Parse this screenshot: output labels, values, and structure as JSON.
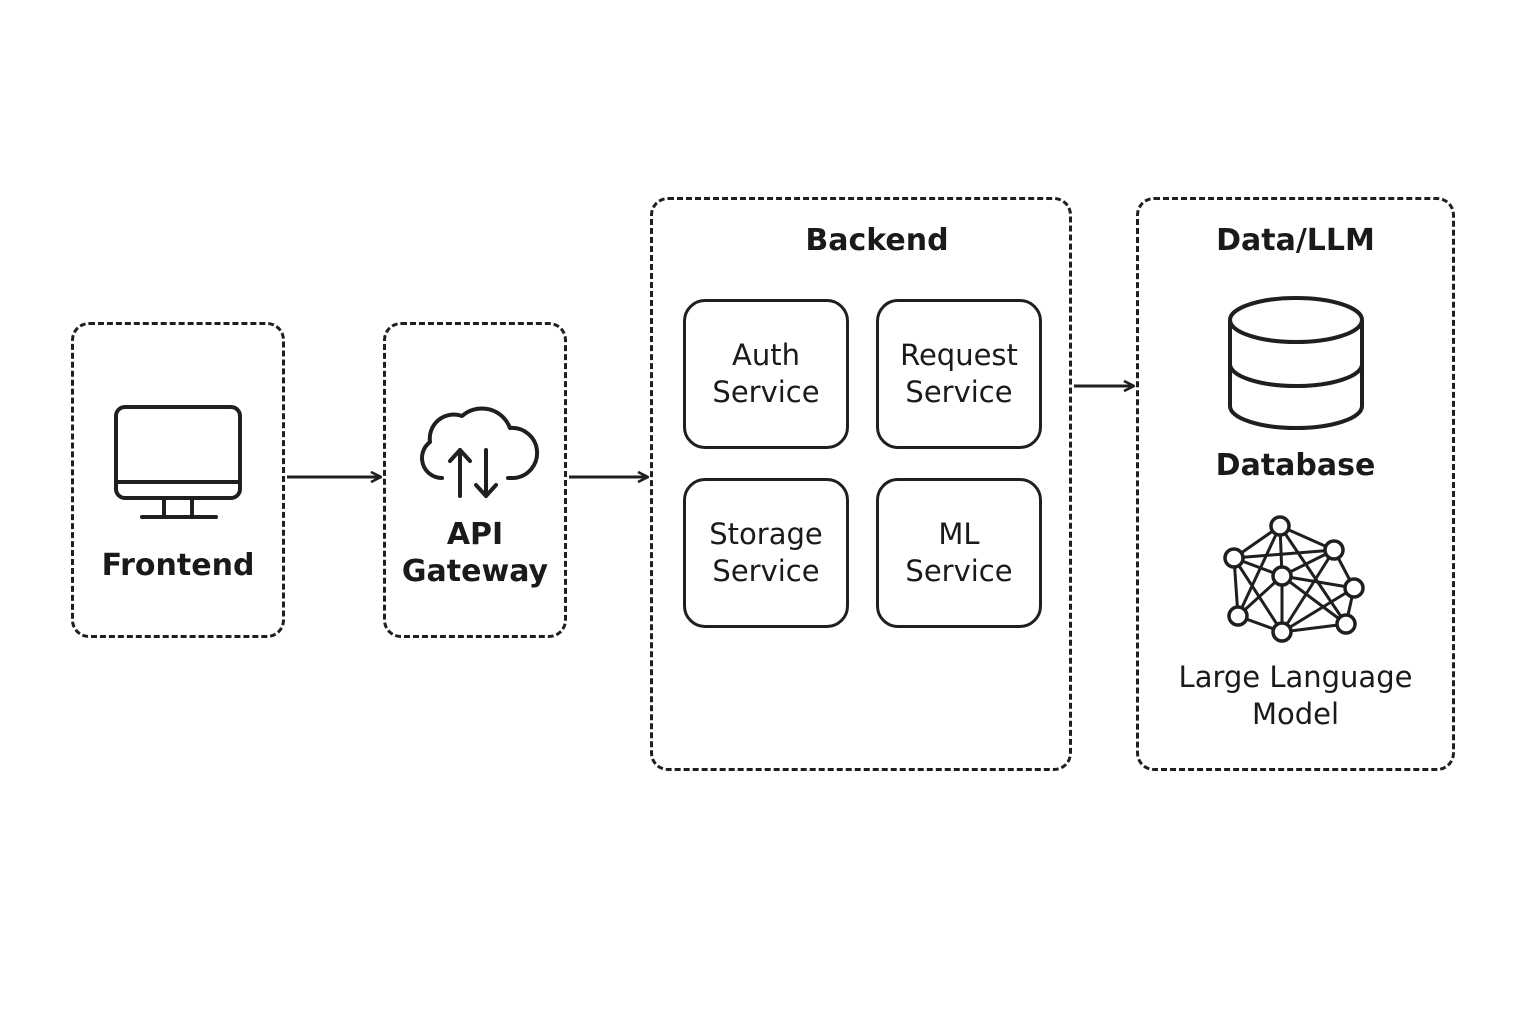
{
  "groups": {
    "frontend": {
      "label": "Frontend",
      "icon": "monitor-icon"
    },
    "gateway": {
      "label": "API\nGateway",
      "icon": "cloud-upload-download-icon"
    },
    "backend": {
      "title": "Backend",
      "services": [
        {
          "label": "Auth\nService"
        },
        {
          "label": "Request\nService"
        },
        {
          "label": "Storage\nService"
        },
        {
          "label": "ML\nService"
        }
      ]
    },
    "data": {
      "title": "Data/LLM",
      "database": {
        "label": "Database",
        "icon": "database-icon"
      },
      "llm": {
        "label": "Large Language\nModel",
        "icon": "neural-network-icon"
      }
    }
  },
  "connections": [
    {
      "from": "Frontend",
      "to": "API Gateway"
    },
    {
      "from": "API Gateway",
      "to": "Backend"
    },
    {
      "from": "Backend",
      "to": "Data/LLM"
    }
  ],
  "colors": {
    "stroke": "#1f1f1f",
    "background": "#ffffff"
  }
}
